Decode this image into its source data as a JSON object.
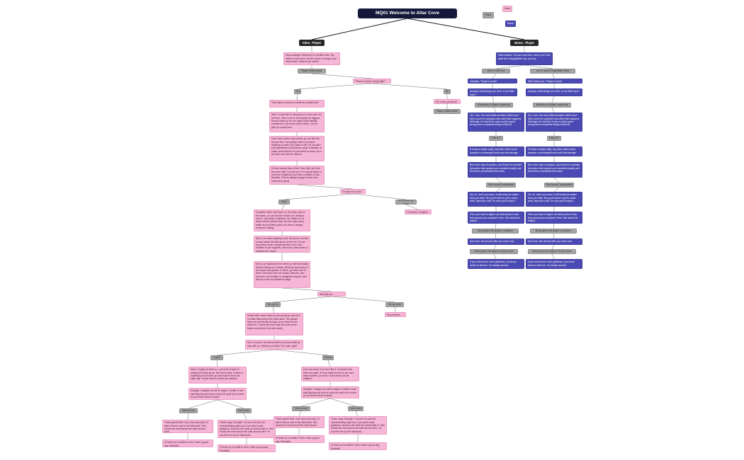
{
  "title": "MQ01 Welcome to Altar Cove",
  "legend": [
    {
      "label": "Alma",
      "color": "#f6b6d6"
    },
    {
      "label": "Player",
      "color": "#a5a5a5"
    },
    {
      "label": "Noma",
      "color": "#4b4ab4"
    }
  ],
  "nodes": [
    {
      "id": "alma_head",
      "kind": "head",
      "text": "Alma - Player"
    },
    {
      "id": "noma_head",
      "kind": "head",
      "text": "Noma - Player"
    },
    {
      "id": "a1",
      "kind": "pink",
      "text": "Heya stranger! Welcome to our little town. My name is Alma and I am the witch in charge of all newcomers. What is yer name?"
    },
    {
      "id": "p1",
      "kind": "gray",
      "text": "Player enters name"
    },
    {
      "id": "a2",
      "kind": "pink",
      "text": "\"Player's name\" is that right?"
    },
    {
      "id": "p_yes",
      "kind": "gray",
      "text": "Yes"
    },
    {
      "id": "p_no",
      "kind": "gray",
      "text": "No"
    },
    {
      "id": "a_no",
      "kind": "pink",
      "text": "Oh, sorry, go ahead"
    },
    {
      "id": "p_no2",
      "kind": "gray",
      "text": "Player enters name"
    },
    {
      "id": "a3",
      "kind": "pink",
      "text": "That name sounds as sweet as pumpkin pie!"
    },
    {
      "id": "a4",
      "kind": "pink",
      "text": "Well, I would like to welcome ye to the town. As ye'll see, Altar Cove is not exactly the biggest, but we make up for it in spirit! Quite literally sometimes. If ye know what I mean. Let me give ye a quick tour."
    },
    {
      "id": "a5",
      "kind": "pink",
      "text": "Over there by the main street, ye can find the Arcane Hut. I am always there if ye need anything or even if ye want a chat. Ye can also buy ingredients and potions, adopt a familiar, or make some friends! Ye just need to come up to the door and ask me about it."
    },
    {
      "id": "a6",
      "kind": "pink",
      "text": "On the second floor of the Town Hall, ye'll find the town café. Go and try it, it's a great place to meet yer neighbors and have a chatter or two. Besides, Oren is always happy to have new customers about."
    },
    {
      "id": "a7",
      "kind": "pink",
      "text": "Ye with me so far?"
    },
    {
      "id": "p_sure",
      "kind": "gray",
      "text": "Sure"
    },
    {
      "id": "p_back",
      "kind": "gray",
      "text": "No, please, go back"
    },
    {
      "id": "a_pump",
      "kind": "pink",
      "text": "Of course, Pumpkin"
    },
    {
      "id": "a8",
      "kind": "pink",
      "text": "Fantastic! Well, over there on the other side of the street, ye can find the Sefarn Inn. Melissa runs it. Her sister's husband, the Sefarn inn is where all the visitors stay. We don't get many traffic around these parts, but there's always someone visiting."
    },
    {
      "id": "a9",
      "kind": "pink",
      "text": "Also, if ye need anything at all, the tavern inn has a shop inside the little annex to the left. Ye can buy pretty much everything there, from new furniture to yer supplies, and even some treats or instance for a treat."
    },
    {
      "id": "a10",
      "kind": "pink",
      "text": "Now, if ye walk down the street, ye will eventually find the library too. Ammie will let ye check any of the books and guides. In there, yer take care of them. She does love her books, that one, and she does not hesitate to straighten anyone out if they so much as mistreat a page."
    },
    {
      "id": "a11",
      "kind": "pink",
      "text": "Still with me, Dumplin?"
    },
    {
      "id": "p_yes2",
      "kind": "gray",
      "text": "Yes, go on"
    },
    {
      "id": "p_back2",
      "kind": "gray",
      "text": "No, go back"
    },
    {
      "id": "a_np",
      "kind": "pink",
      "text": "No problem!"
    },
    {
      "id": "a12",
      "kind": "pink",
      "text": "Great! Well, down there by the woods ye can find our little Memorial to the witch lead. The ghosts there are all friendly, though, so ye need not be afraid of it. Noma will even help you with some leads and potions if ye ask nicely."
    },
    {
      "id": "a13",
      "kind": "pink",
      "text": "And of course, Mo-Noma will be ye know while ye stay with us. What do ye think? Is it cute, right?"
    },
    {
      "id": "p_cool",
      "kind": "gray",
      "text": "Cool!!!"
    },
    {
      "id": "p_hmm",
      "kind": "gray",
      "text": "Hmmm"
    },
    {
      "id": "a14",
      "kind": "pink",
      "text": "Well, I'm glad ye think so. I put a lot of work in making it homey for ye. But don't worry, if there is anything ye don't like, ye can make it more yer style any. Ye just need to check yer mailbox."
    },
    {
      "id": "a15",
      "kind": "pink",
      "text": "Don't ye worry. If ye don't like it, everyone has their own style. Ye can make it more to yer own taste anytime, ye know? Just check out yer mailbox."
    },
    {
      "id": "a16",
      "kind": "pink",
      "text": "Alrighty! I imagine ye will be eager to settle in and start figuring out how to undo the spell ye're under. Do ye know where to start?"
    },
    {
      "id": "a17",
      "kind": "pink",
      "text": "Alrighty! I imagine ye will be eager to settle in and start figuring out how to undo the spell ye're under. Do ye know where to start?"
    },
    {
      "id": "p_sure2",
      "kind": "gray",
      "text": "Not for sure"
    },
    {
      "id": "p_idea",
      "kind": "gray",
      "text": "Not a clue"
    },
    {
      "id": "p_sure3",
      "kind": "gray",
      "text": "Not for sure"
    },
    {
      "id": "p_idea2",
      "kind": "gray",
      "text": "Not a clue"
    },
    {
      "id": "a18",
      "kind": "pink",
      "text": "That's great! Well, if ye need any help, I'd talk to Noma over in the Memorial. She knows the most about the craft around here."
    },
    {
      "id": "a19",
      "kind": "pink",
      "text": "That's okay, Pumpkin. I'm sure it is all a bit overwhelming right now. If ye need some guidance, Noma is the witch ye should talk to. She knows the most about the craft around here. Ye can find her by the Memorial."
    },
    {
      "id": "a20",
      "kind": "pink",
      "text": "That's great! Well, if ye need any help, I'd talk to Noma over in the Memorial. She knows the most about the craft around here."
    },
    {
      "id": "a21",
      "kind": "pink",
      "text": "That's okay, Dumplin. I'm sure it is all a bit overwhelming right now. If ye need some guidance, Noma is the witch ye should talk to. She knows the most about the craft around here. Ye can find her by the Memorial."
    },
    {
      "id": "a22",
      "kind": "pink",
      "text": "I'll leave ye to settle in then. Have a good day, Dumplin!"
    },
    {
      "id": "a23",
      "kind": "pink",
      "text": "I'll leave ye to settle in then. Have a good day, Pumpkin!"
    },
    {
      "id": "a24",
      "kind": "pink",
      "text": "I'll leave ye to settle in then. Have a good day, Pumpkin!"
    },
    {
      "id": "a25",
      "kind": "pink",
      "text": "I'll leave ye to settle in then. Have a good day, Dumplin!"
    },
    {
      "id": "n1",
      "kind": "purple",
      "text": "Hello traveler. You are new here, aren't you? And quite the unforgettable one, you are."
    },
    {
      "id": "np_l1",
      "kind": "gray",
      "text": "Nice to meet you"
    },
    {
      "id": "np_r1",
      "kind": "gray",
      "text": "You're not too forgettable either"
    },
    {
      "id": "n_l2",
      "kind": "purple",
      "text": "Likewise, \"Player's name\""
    },
    {
      "id": "n_r2",
      "kind": "purple",
      "text": "Well, thank you, \"Player's name\""
    },
    {
      "id": "n_l3",
      "kind": "purple",
      "text": "Anyway, what brings you here, to our little town?"
    },
    {
      "id": "n_r3",
      "kind": "purple",
      "text": "Anyway, what brings you here, to our little town?"
    },
    {
      "id": "np_l4",
      "kind": "gray",
      "text": "Animation of player explaining"
    },
    {
      "id": "np_r4",
      "kind": "gray",
      "text": "Animation of player explaining"
    },
    {
      "id": "n_l5",
      "kind": "purple",
      "text": "Oh, I see. You had a little accident, didn't you? Well, you'd be surprised how often that happens. Although, the fact that it was a potion gone wrong does complicate things a little bit."
    },
    {
      "id": "n_r5",
      "kind": "purple",
      "text": "Oh, I see. You had a little accident, didn't you? Well, you'd be surprised how often that happens. Although, the fact that it was a potion gone wrong does complicate things a little bit."
    },
    {
      "id": "np_l6",
      "kind": "gray",
      "text": "How so?"
    },
    {
      "id": "np_r6",
      "kind": "gray",
      "text": "How so?"
    },
    {
      "id": "n_l7",
      "kind": "purple",
      "text": "If it was a simple spell, any other witch could prepare a counterspell and undo the damage."
    },
    {
      "id": "n_r7",
      "kind": "purple",
      "text": "If it was a simple spell, any other witch could prepare a counterspell and undo the damage."
    },
    {
      "id": "n_l8",
      "kind": "purple",
      "text": "But in the case of potions, you'll need to recreate the potion that caused your accident exactly and then brew an antidote that works."
    },
    {
      "id": "n_r8",
      "kind": "purple",
      "text": "But in the case of potions, you'll need to recreate the potion that caused your accident exactly and then brew an antidote that works."
    },
    {
      "id": "np_l9",
      "kind": "gray",
      "text": "That sounds complicated"
    },
    {
      "id": "np_r9",
      "kind": "gray",
      "text": "That sounds complicated"
    },
    {
      "id": "n_l10",
      "kind": "purple",
      "text": "Oh, no, don't you worry. It will surely be easier than you think. But you'll need to put in some work, learn the craft. I'm sure you'll enjoy it."
    },
    {
      "id": "n_r10",
      "kind": "purple",
      "text": "Oh, no, don't you worry. It will surely be easier than you think. But you'll need to put in some work, learn the craft. I'm sure you'll enjoy it."
    },
    {
      "id": "n_l11",
      "kind": "purple",
      "text": "First, you have to figure out what potion it was that caused your accident. Here, this should be helpful."
    },
    {
      "id": "n_r11",
      "kind": "purple",
      "text": "First, you have to figure out what potion it was that caused your accident. Here, this should be helpful."
    },
    {
      "id": "np_l12",
      "kind": "gray",
      "text": "Noma gives the player a cauldron"
    },
    {
      "id": "np_r12",
      "kind": "gray",
      "text": "Noma gives the player a cauldron"
    },
    {
      "id": "n_l13",
      "kind": "purple",
      "text": "And here, this should offer you some luck."
    },
    {
      "id": "n_r13",
      "kind": "purple",
      "text": "And here, this should offer you some luck."
    },
    {
      "id": "np_l14",
      "kind": "gray",
      "text": "Noma gives the player a lucky charm"
    },
    {
      "id": "np_r14",
      "kind": "gray",
      "text": "Noma gives the player a lucky charm"
    },
    {
      "id": "n_l15",
      "kind": "purple",
      "text": "If you need some more guidance, you know where to find me. I'm always around."
    },
    {
      "id": "n_r15",
      "kind": "purple",
      "text": "If you need some more guidance, you know where to find me. I'm always around."
    }
  ]
}
